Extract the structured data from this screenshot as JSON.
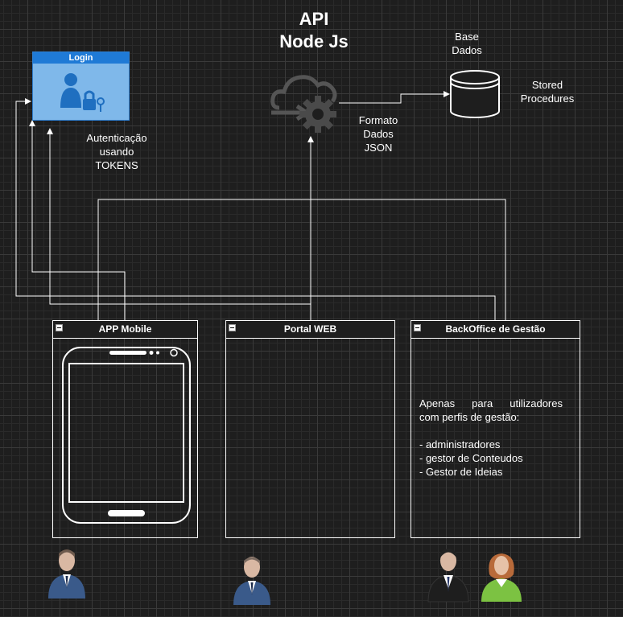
{
  "api": {
    "title_line1": "API",
    "title_line2": "Node Js"
  },
  "database": {
    "label_line1": "Base",
    "label_line2": "Dados",
    "procedures_line1": "Stored",
    "procedures_line2": "Procedures"
  },
  "format": {
    "line1": "Formato",
    "line2": "Dados",
    "line3": "JSON"
  },
  "login": {
    "title": "Login"
  },
  "auth": {
    "line1": "Autenticação",
    "line2": "usando",
    "line3": "TOKENS"
  },
  "panels": {
    "mobile": {
      "title": "APP Mobile"
    },
    "portal": {
      "title": "Portal WEB"
    },
    "backoffice": {
      "title": "BackOffice de Gestão",
      "desc_line1": "Apenas para utilizadores",
      "desc_line2": "com perfis de gestão:",
      "roles": [
        "- administradores",
        "- gestor de Conteudos",
        "- Gestor de Ideias"
      ]
    }
  },
  "colors": {
    "login_header": "#1f7ad6",
    "login_body": "#7fb8ea",
    "user_icon": "#1f6fc0",
    "female_jacket": "#7cc242"
  }
}
